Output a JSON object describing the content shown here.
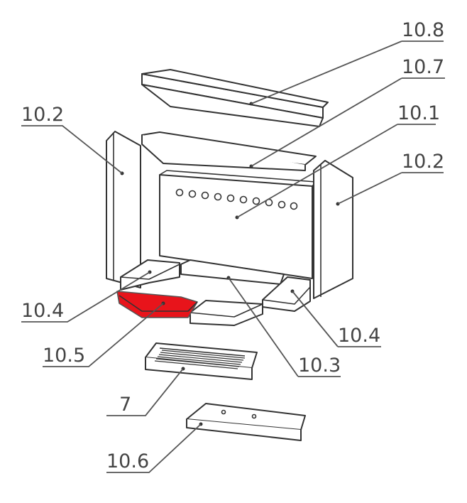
{
  "diagram": {
    "labels": {
      "top_plate": "10.8",
      "baffle_plate": "10.7",
      "back_wall": "10.1",
      "side_left": "10.2",
      "side_right": "10.2",
      "floor_left": "10.4",
      "floor_right": "10.4",
      "front_left": "10.5",
      "floor_center": "10.3",
      "grate": "7",
      "bottom_plate": "10.6"
    },
    "highlight_color": "#e8141b",
    "highlighted_part": "10.5"
  }
}
